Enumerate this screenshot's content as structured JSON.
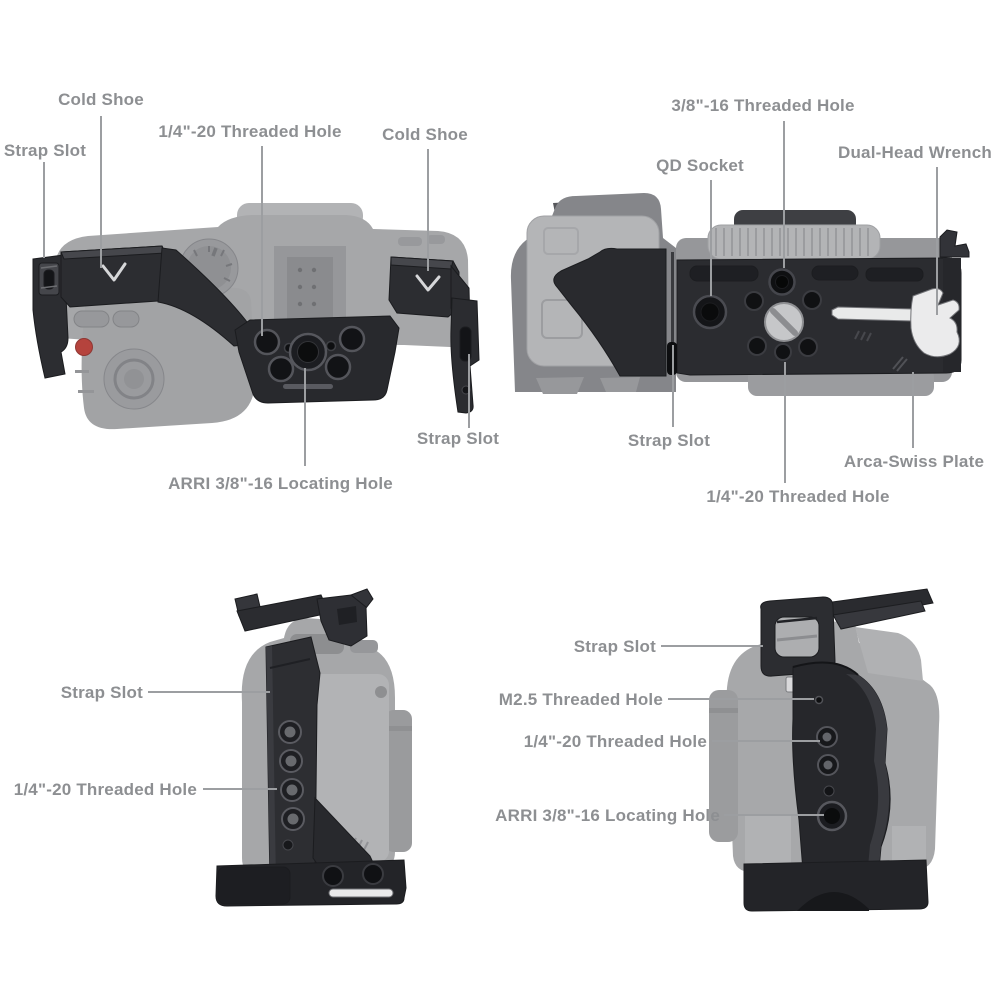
{
  "diagram": {
    "type": "product-callout-diagram",
    "subject": "Camera cage mounted on camera body, four views with part callouts",
    "background": "#ffffff",
    "colors": {
      "label_text": "#8d8f92",
      "leader_line": "#9c9ea1",
      "cage_black": "#2b2c30",
      "cage_dark": "#17181b",
      "camera_gray": "#a6a7a9",
      "camera_gray_light": "#b3b4b6",
      "record_button_red": "#b5433d",
      "wrench_silver": "#e9eaea",
      "screw_silver": "#c6c7c9"
    },
    "views": [
      {
        "id": "top-left",
        "illustration": "cage-top-view"
      },
      {
        "id": "top-right",
        "illustration": "cage-bottom-view"
      },
      {
        "id": "bottom-left",
        "illustration": "cage-left-side-view"
      },
      {
        "id": "bottom-right",
        "illustration": "cage-grip-side-view"
      }
    ]
  },
  "labels": {
    "tl": {
      "cold_shoe_left": "Cold Shoe",
      "strap_slot_left": "Strap Slot",
      "quarter20": "1/4\"-20 Threaded Hole",
      "cold_shoe_right": "Cold Shoe",
      "strap_slot_bottom": "Strap Slot",
      "arri_locating": "ARRI 3/8\"-16 Locating Hole"
    },
    "tr": {
      "threaded_38": "3/8\"-16 Threaded Hole",
      "qd_socket": "QD Socket",
      "dual_head_wrench": "Dual-Head Wrench",
      "strap_slot": "Strap Slot",
      "quarter20": "1/4\"-20 Threaded Hole",
      "arca_swiss": "Arca-Swiss Plate"
    },
    "bl": {
      "strap_slot": "Strap Slot",
      "quarter20": "1/4\"-20 Threaded Hole"
    },
    "br": {
      "strap_slot": "Strap Slot",
      "m25": "M2.5 Threaded Hole",
      "quarter20": "1/4\"-20 Threaded Hole",
      "arri_locating": "ARRI 3/8\"-16 Locating Hole"
    }
  }
}
